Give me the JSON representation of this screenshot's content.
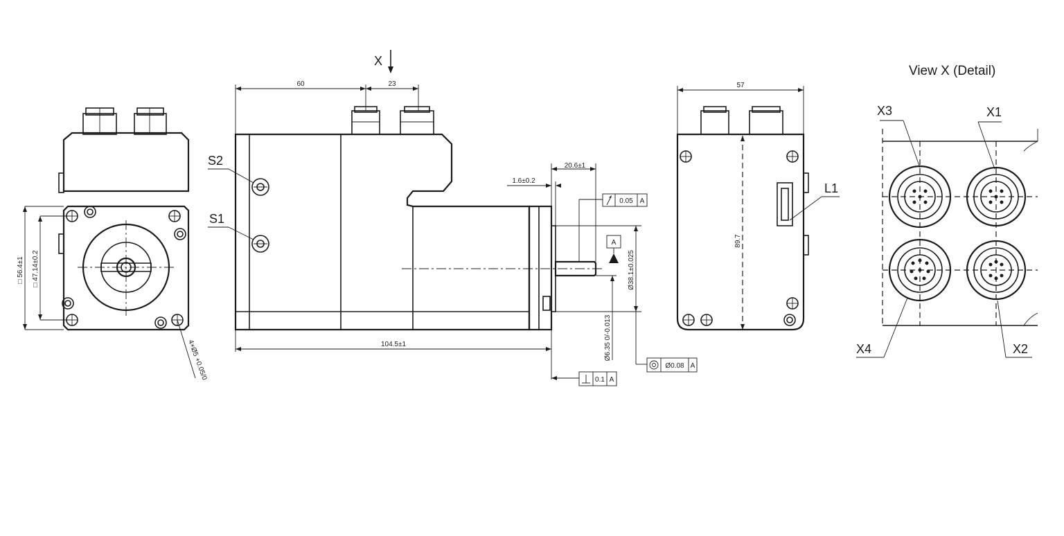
{
  "labels": {
    "view_x_title": "View X   (Detail)",
    "view_arrow": "X",
    "s1": "S1",
    "s2": "S2",
    "l1": "L1",
    "x1": "X1",
    "x2": "X2",
    "x3": "X3",
    "x4": "X4"
  },
  "dimensions": {
    "sq_outer": "□ 56.4±1",
    "sq_inner": "□ 47.14±0.2",
    "bolt_hole": "4×Ø5 +0.05/0",
    "side_top_left": "60",
    "side_top_right": "23",
    "total_length": "104.5±1",
    "shaft_length": "20.6±1",
    "flange_thk": "1.6±0.2",
    "pilot_dia": "Ø38.1±0.025",
    "shaft_dia": "Ø6.35 0/-0.013",
    "rear_width": "57",
    "rear_height": "89.7"
  },
  "tolerances": {
    "runout_value": "0.05",
    "runout_datum": "A",
    "datum": "A",
    "concentric_value": "Ø0.08",
    "concentric_datum": "A",
    "perp_value": "0.1",
    "perp_datum": "A"
  },
  "icons": {
    "runout": "runout-arrow-icon",
    "concentric": "concentricity-icon",
    "perpendicular": "perpendicularity-icon",
    "datum": "datum-triangle-icon"
  }
}
